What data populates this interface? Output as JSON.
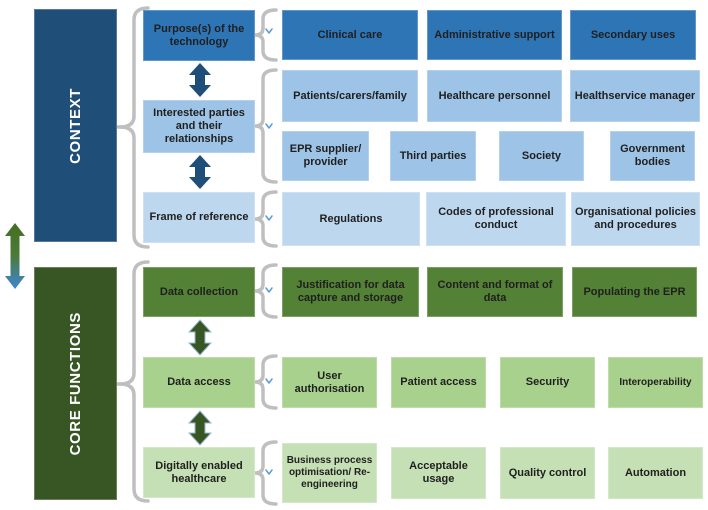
{
  "palette": {
    "dark_blue": "#1F4E79",
    "mid_blue": "#2E75B6",
    "light_blue": "#9DC3E6",
    "pale_blue": "#BDD7EE",
    "dark_green": "#375623",
    "mid_green": "#538135",
    "light_green": "#A9D18E",
    "pale_green": "#C5E0B4",
    "brace_gray": "#BFBFBF",
    "chevron_blue": "#5B9BD5"
  },
  "icons": {
    "bidirectional_arrow": "double-headed vertical arrow",
    "section_link_arrow": "green-to-blue gradient double-headed arrow",
    "brace": "curly brace connector",
    "chevron": "small blue v chevron"
  },
  "sections": [
    {
      "label": "CONTEXT",
      "rows": [
        {
          "category": "Purpose(s) of the technology",
          "items": [
            "Clinical care",
            "Administrative support",
            "Secondary uses"
          ]
        },
        {
          "category": "Interested parties and their relationships",
          "items": [
            "Patients/carers/family",
            "Healthcare personnel",
            "Healthservice manager",
            "EPR supplier/ provider",
            "Third parties",
            "Society",
            "Government bodies"
          ]
        },
        {
          "category": "Frame of reference",
          "items": [
            "Regulations",
            "Codes of professional conduct",
            "Organisational policies and procedures"
          ]
        }
      ]
    },
    {
      "label": "CORE FUNCTIONS",
      "rows": [
        {
          "category": "Data collection",
          "items": [
            "Justification for data capture and storage",
            "Content and format of data",
            "Populating the EPR"
          ]
        },
        {
          "category": "Data access",
          "items": [
            "User authorisation",
            "Patient access",
            "Security",
            "Interoperability"
          ]
        },
        {
          "category": "Digitally enabled healthcare",
          "items": [
            "Business process optimisation/ Re-engineering",
            "Acceptable usage",
            "Quality control",
            "Automation"
          ]
        }
      ]
    }
  ]
}
